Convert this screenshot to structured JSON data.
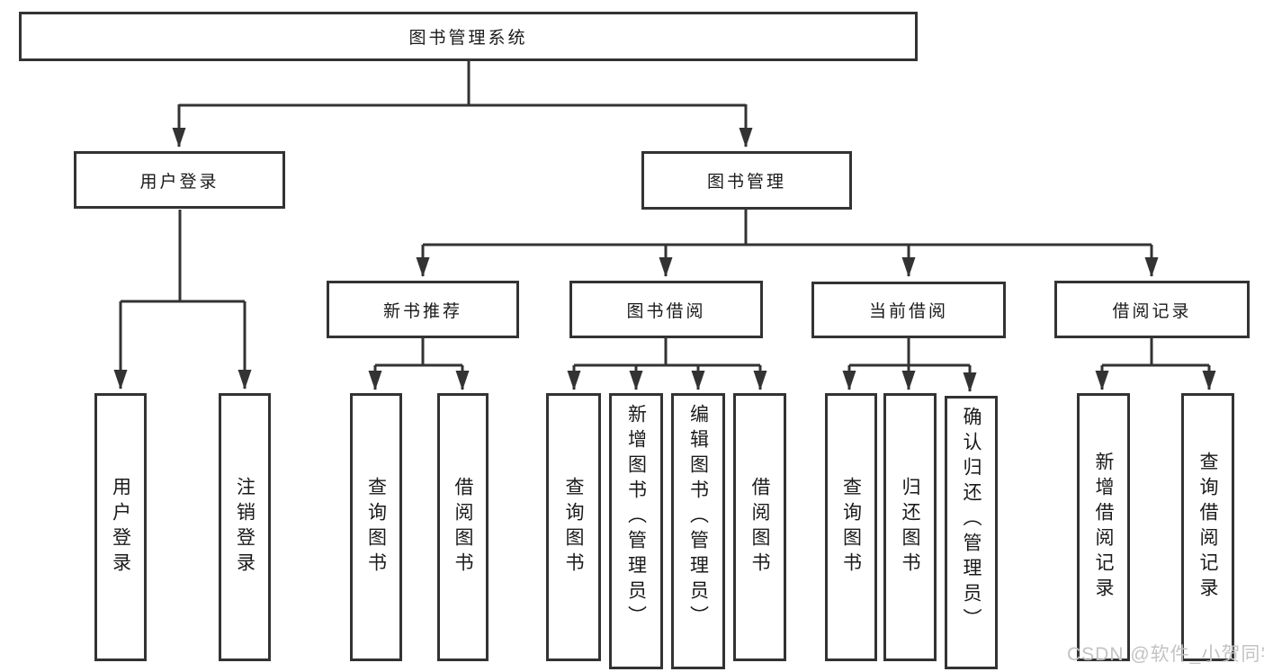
{
  "colors": {
    "background": "#ffffff",
    "line": "#333333",
    "text": "#1a1a1a",
    "watermark": "#c3c3c3"
  },
  "nodes": {
    "root": "图书管理系统",
    "user_login": "用户登录",
    "book_management": "图书管理",
    "new_book_recommend": "新书推荐",
    "book_borrow": "图书借阅",
    "current_borrow": "当前借阅",
    "borrow_records": "借阅记录",
    "leaf_user_login": "用户登录",
    "leaf_logout": "注销登录",
    "leaf_search_book_1": "查询图书",
    "leaf_borrow_book_1": "借阅图书",
    "leaf_search_book_2": "查询图书",
    "leaf_add_book": "新增图书（管理员）",
    "leaf_edit_book": "编辑图书（管理员）",
    "leaf_borrow_book_2": "借阅图书",
    "leaf_search_book_3": "查询图书",
    "leaf_return_book": "归还图书",
    "leaf_confirm_return": "确认归还（管理员）",
    "leaf_add_borrow_record": "新增借阅记录",
    "leaf_search_borrow_record": "查询借阅记录"
  },
  "watermark": {
    "text": "CSDN @软件_小贺同学"
  }
}
